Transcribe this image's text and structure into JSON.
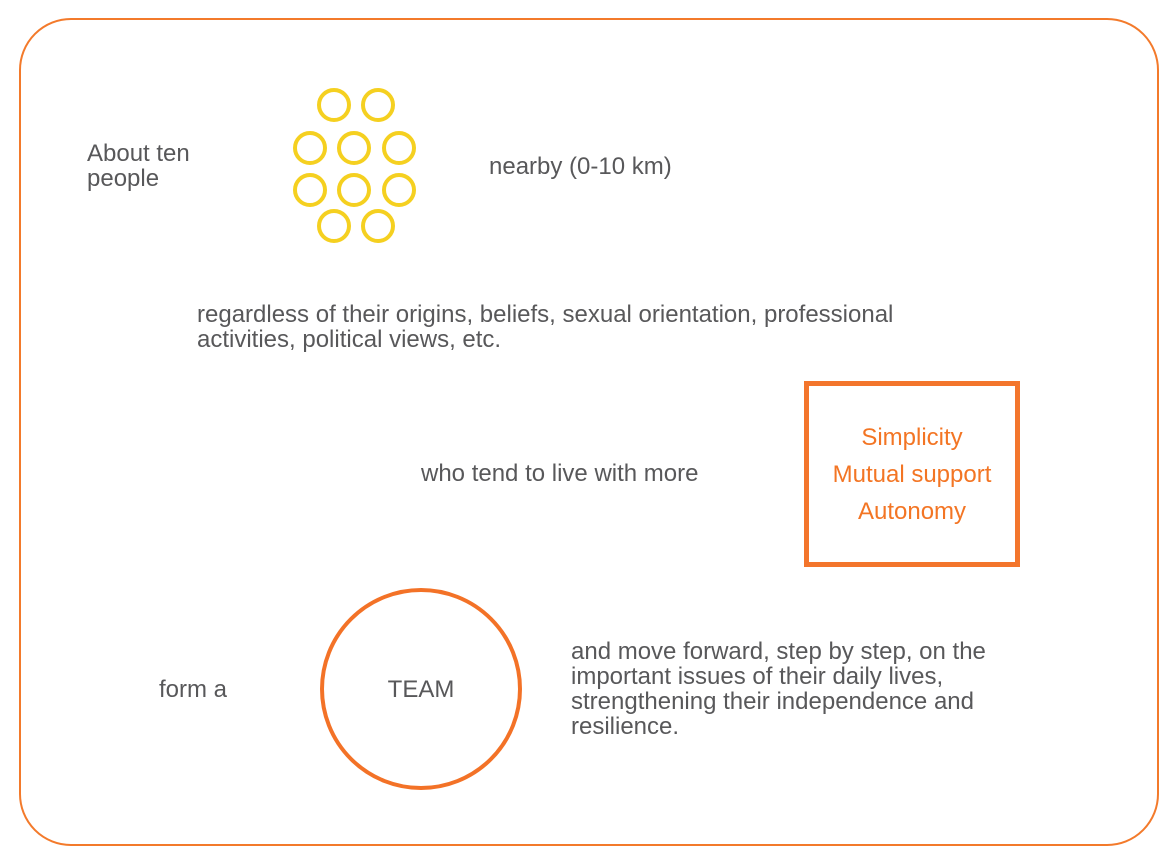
{
  "colors": {
    "accent": "#f26a1b",
    "people": "#f5d020",
    "text": "#58585a"
  },
  "group": {
    "size_label": "About ten people",
    "distance_label": "nearby (0-10 km)",
    "people_count": 10
  },
  "diversity_text": "regardless of their origins, beliefs, sexual orientation, professional activities, political views, etc.",
  "values": {
    "lead": "who tend to live with more",
    "items": [
      "Simplicity",
      "Mutual support",
      "Autonomy"
    ]
  },
  "team": {
    "lead": "form a",
    "label": "TEAM",
    "description": "and move forward, step by step, on the important issues of their daily lives, strengthening their independence and resilience."
  }
}
